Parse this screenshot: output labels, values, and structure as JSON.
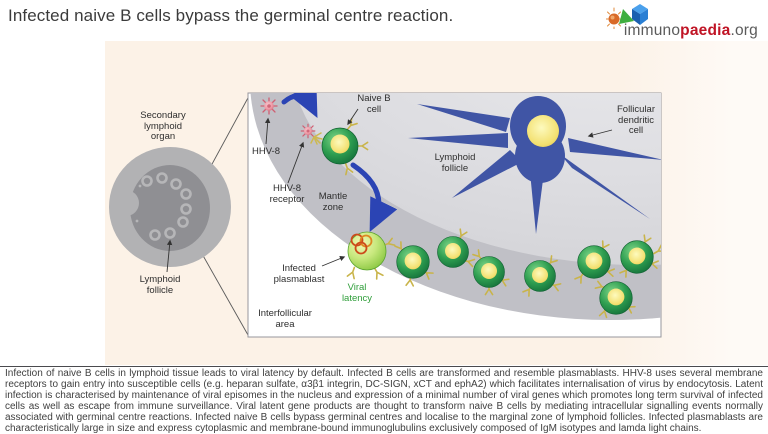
{
  "header": {
    "title": "Infected naive B cells bypass the germinal centre reaction.",
    "logo": {
      "immuno": "immuno",
      "paedia": "paedia",
      "org": ".org"
    }
  },
  "diagram": {
    "organ": {
      "secondary_lymphoid_organ": "Secondary lymphoid organ",
      "lymphoid_follicle": "Lymphoid follicle"
    },
    "panel": {
      "naive_b_cell": "Naive B cell",
      "hhv8": "HHV-8",
      "hhv8_receptor": "HHV-8 receptor",
      "mantle_zone": "Mantle zone",
      "lymphoid_follicle": "Lymphoid follicle",
      "follicular_dendritic_cell": "Follicular dendritic cell",
      "infected_plasmablast": "Infected plasmablast",
      "viral_latency": "Viral latency",
      "interfollicular_area": "Interfollicular area"
    }
  },
  "caption": {
    "text": "Infection of naive B cells in lymphoid tissue leads to viral latency by default. Infected B cells are transformed and resemble plasmablasts. HHV-8 uses several membrane receptors to gain entry into susceptible cells (e.g. heparan sulfate, α3β1 integrin, DC-SIGN, xCT and ephA2) which facilitates internalisation of virus by endocytosis. Latent infection is characterised by maintenance of viral episomes in the nucleus and expression of a minimal number of viral genes which promotes long term survival of infected cells as well as escape from immune surveillance. Viral latent gene products are thought to transform naive B cells by mediating intracellular signalling events normally associated with germinal centre reactions. Infected naive B cells bypass germinal centres and localise to the marginal zone of lymphoid follicles. Infected plasmablasts are characteristically large in size and express cytoplasmic and membrane-bound immunoglubulins exclusively composed of IgM isotypes and lamda light chains."
  },
  "colors": {
    "background_cream": "#fcf2e7",
    "arrow_blue": "#2b44b4",
    "fdc_blue": "#4055a5",
    "cell_green": "#2e9e50",
    "latency_green": "#2f9e3a",
    "virus_pink": "#ef9aa6",
    "brand_red": "#c01425"
  }
}
